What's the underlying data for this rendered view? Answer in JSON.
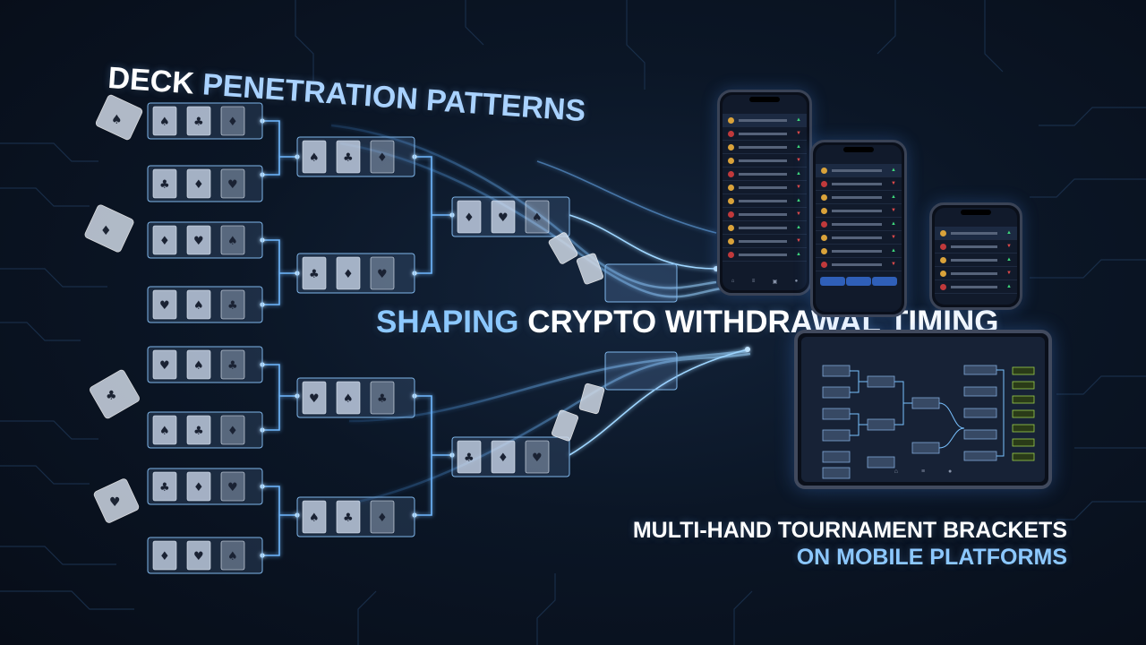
{
  "headlines": {
    "deck_word": "DECK",
    "penetration_patterns": "PENETRATION PATTERNS",
    "shaping_word": "SHAPING",
    "crypto_withdrawal_timing": "CRYPTO WITHDRAWAL TIMING",
    "multihand_line": "MULTI-HAND TOURNAMENT BRACKETS",
    "mobile_line": "ON MOBILE PLATFORMS"
  },
  "colors": {
    "accent_blue": "#8cc8ff",
    "glow": "#4aa3ff",
    "background": "#0b1626",
    "positive": "#3ed67a",
    "negative": "#e04a4a"
  },
  "devices": {
    "phone_left_rows": 11,
    "phone_mid_rows": 8,
    "phone_right_rows": 5
  },
  "icons": [
    "card-spade-icon",
    "card-club-icon",
    "card-diamond-icon",
    "card-heart-icon",
    "coin-icon",
    "trend-up-icon",
    "trend-down-icon"
  ]
}
